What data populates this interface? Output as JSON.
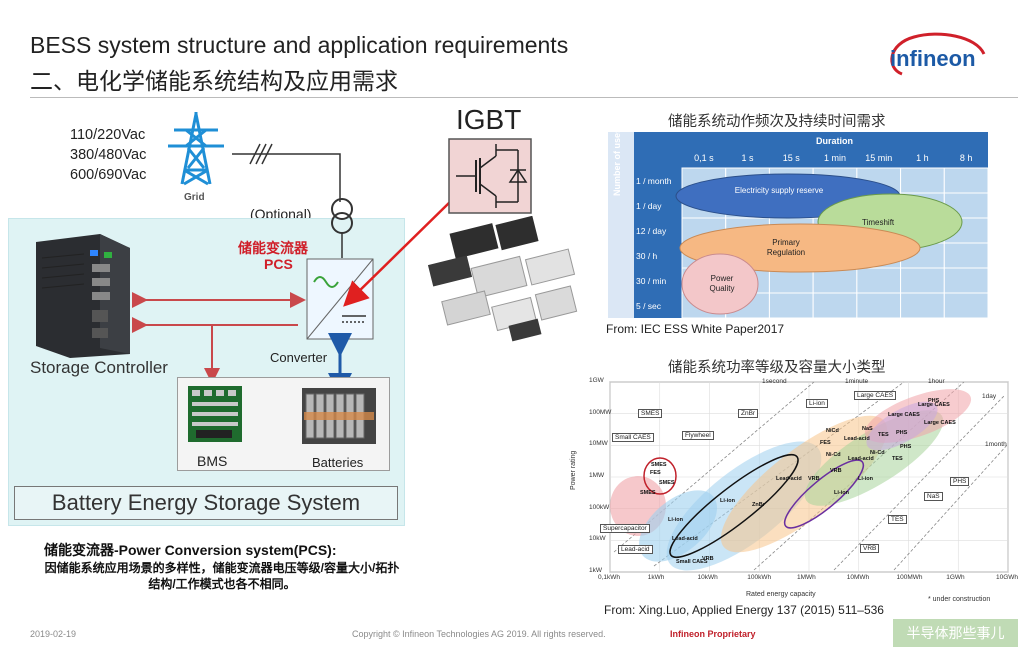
{
  "header": {
    "title_en": "BESS system structure and application requirements",
    "title_cn": "二、电化学储能系统结构及应用需求",
    "logo_text": "infineon"
  },
  "grid": {
    "voltages": [
      "110/220Vac",
      "380/480Vac",
      "600/690Vac"
    ],
    "tower_label": "Grid",
    "transformer_label": "(Optional)"
  },
  "bess": {
    "controller_label": "Storage Controller",
    "pcs_cn": "储能变流器",
    "pcs_en": "PCS",
    "converter_label": "Converter",
    "bms_label": "BMS",
    "batteries_label": "Batteries",
    "system_label": "Battery Energy Storage System"
  },
  "igbt": {
    "title": "IGBT"
  },
  "pcs_description": {
    "title": "储能变流器-Power Conversion system(PCS):",
    "body": "因储能系统应用场景的多样性，储能变流器电压等级/容量大小/拓扑结构/工作模式也各不相同。"
  },
  "chart1": {
    "title": "储能系统动作频次及持续时间需求",
    "duration_header": "Duration",
    "columns": [
      "0,1 s",
      "1 s",
      "15 s",
      "1 min",
      "15 min",
      "1 h",
      "8 h"
    ],
    "rows": [
      "1 / month",
      "1 / day",
      "12 / day",
      "30 / h",
      "30 / min",
      "5 / sec"
    ],
    "y_axis_label": "Number of uses",
    "regions": [
      "Electricity supply reserve",
      "Timeshift",
      "Primary Regulation",
      "Power Quality"
    ],
    "source": "From: IEC ESS White Paper2017",
    "colors": {
      "blue": "#3f6fc0",
      "green": "#b9dc9a",
      "orange": "#f6b883",
      "pink": "#f3c7c9",
      "header": "#2f6db5",
      "grid": "#bdd7ee"
    }
  },
  "chart2": {
    "title": "储能系统功率等级及容量大小类型",
    "y_ticks": [
      "1GW",
      "100MW",
      "10MW",
      "1MW",
      "100kW",
      "10kW",
      "1kW"
    ],
    "x_ticks": [
      "0,1kWh",
      "1kWh",
      "10kWh",
      "100kWh",
      "1MWh",
      "10MWh",
      "100MWh",
      "1GWh",
      "10GWh"
    ],
    "x_label": "Rated energy capacity",
    "y_label": "Power rating",
    "time_lines": [
      "1second",
      "1minute",
      "1hour",
      "1day",
      "1month"
    ],
    "callouts": [
      "SMES",
      "Small CAES",
      "Flywheel",
      "ZnBr",
      "Li-ion",
      "Large CAES",
      "PHS",
      "Supercapacitor",
      "Lead-acid",
      "NaS",
      "TES",
      "VRB"
    ],
    "inner_labels": [
      "SMES",
      "FES",
      "SMES",
      "SMES",
      "Li-ion",
      "Lead-acid",
      "Small CAES",
      "VRB",
      "Li-ion",
      "ZnBr",
      "Lead-acid",
      "VRB",
      "NiCd",
      "FES",
      "Lead-acid",
      "NaS",
      "VRB",
      "Li-ion",
      "Large CAES",
      "TES",
      "PHS",
      "Large CAES",
      "PHS",
      "Ni-Cd",
      "Lead-acid",
      "Li-ion",
      "PHS",
      "Large CAES",
      "Ni-Cd",
      "TES"
    ],
    "note": "* under construction",
    "source": "From: Xing.Luo, Applied Energy 137 (2015) 511–536"
  },
  "footer": {
    "date": "2019-02-19",
    "copyright": "Copyright © Infineon Technologies AG 2019. All rights  reserved.",
    "proprietary": "Infineon Proprietary",
    "watermark": "半导体那些事儿"
  }
}
